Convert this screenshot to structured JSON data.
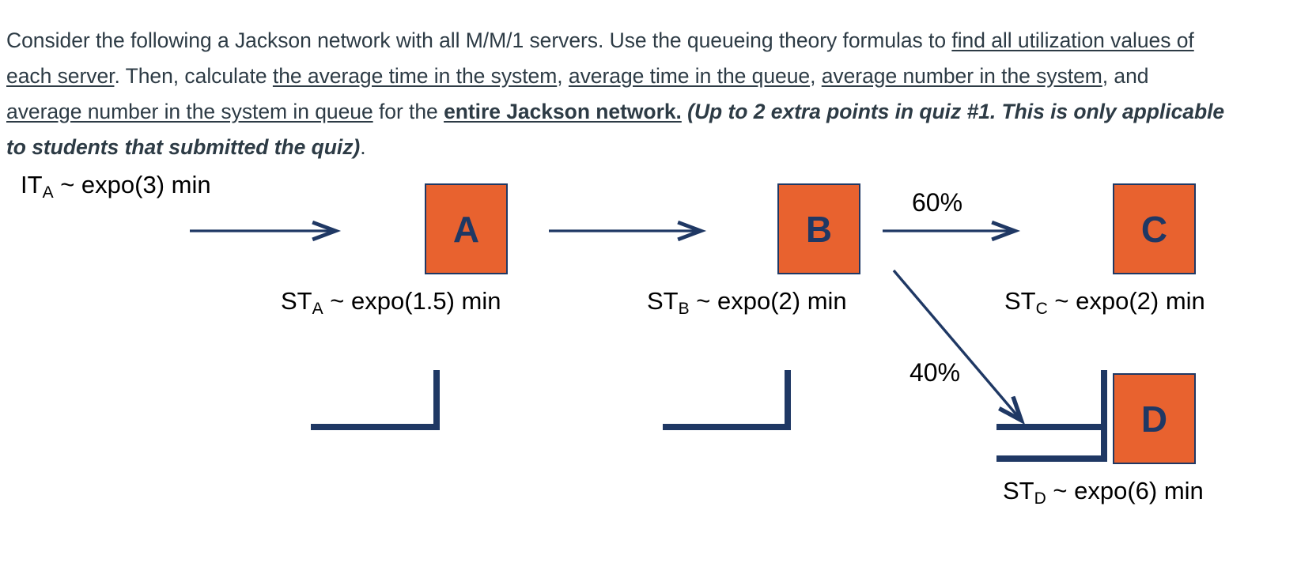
{
  "prompt": {
    "s1": "Consider the following a Jackson network with all M/M/1 servers. Use the queueing theory formulas to ",
    "u1": "find all utilization values of each server",
    "s2": ". Then, calculate ",
    "u2": "the average time in the system",
    "s3": ", ",
    "u3": "average time in the queue",
    "s4": ", ",
    "u4": "average number in the system",
    "s5": ", and ",
    "u5": "average number in the system in queue",
    "s6": " for the ",
    "u6": "entire Jackson network.",
    "s7": " ",
    "i1": "(Up to 2 extra points in quiz #1. This is only applicable to students that submitted the quiz)",
    "s8": "."
  },
  "diagram": {
    "arrival_label": {
      "prefix": "IT",
      "sub": "A",
      "suffix": " ~ expo(3) min"
    },
    "nodes": [
      {
        "id": "A",
        "letter": "A",
        "service_label": {
          "prefix": "ST",
          "sub": "A",
          "suffix": " ~ expo(1.5) min"
        }
      },
      {
        "id": "B",
        "letter": "B",
        "service_label": {
          "prefix": "ST",
          "sub": "B",
          "suffix": " ~ expo(2) min"
        }
      },
      {
        "id": "C",
        "letter": "C",
        "service_label": {
          "prefix": "ST",
          "sub": "C",
          "suffix": " ~ expo(2) min"
        }
      },
      {
        "id": "D",
        "letter": "D",
        "service_label": {
          "prefix": "ST",
          "sub": "D",
          "suffix": " ~ expo(6) min"
        }
      }
    ],
    "routing": [
      {
        "from": "B",
        "to": "C",
        "probability": "60%"
      },
      {
        "from": "B",
        "to": "D",
        "probability": "40%"
      }
    ],
    "colors": {
      "server_fill": "#E8622F",
      "server_stroke": "#1F3864",
      "arrow": "#1F3864",
      "queue": "#1F3864",
      "text": "#000000",
      "prompt_text": "#2d3b45"
    }
  }
}
